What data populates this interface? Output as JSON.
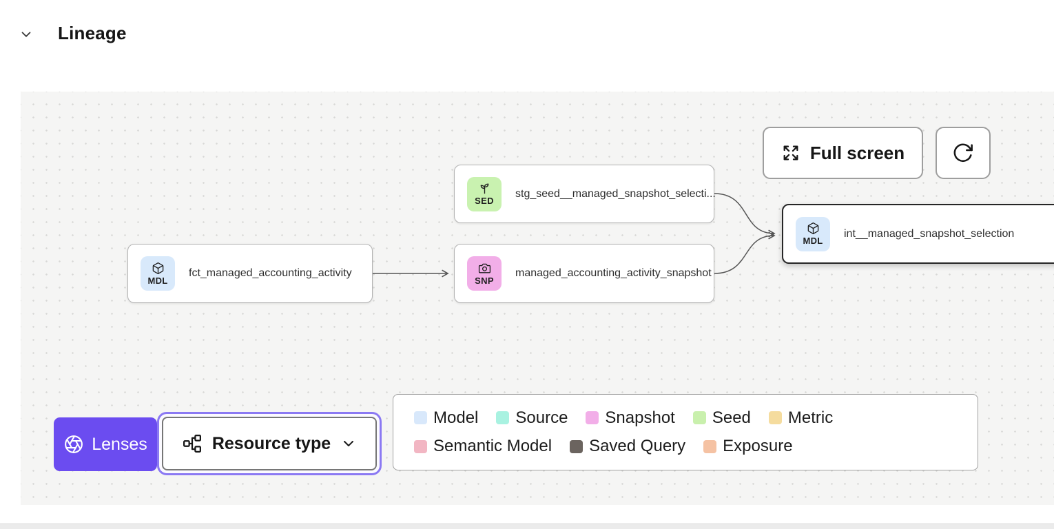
{
  "header": {
    "title": "Lineage"
  },
  "toolbar": {
    "fullscreen_label": "Full screen"
  },
  "nodes": [
    {
      "id": "stg_seed__managed_snapshot_selection",
      "label": "stg_seed__managed_snapshot_selecti...",
      "badge": "SED",
      "type": "seed"
    },
    {
      "id": "fct_managed_accounting_activity",
      "label": "fct_managed_accounting_activity",
      "badge": "MDL",
      "type": "model"
    },
    {
      "id": "managed_accounting_activity_snapshot",
      "label": "managed_accounting_activity_snapshot",
      "badge": "SNP",
      "type": "snapshot"
    },
    {
      "id": "int__managed_snapshot_selection",
      "label": "int__managed_snapshot_selection",
      "badge": "MDL",
      "type": "model",
      "selected": true
    }
  ],
  "edges": [
    {
      "from": "fct_managed_accounting_activity",
      "to": "managed_accounting_activity_snapshot"
    },
    {
      "from": "stg_seed__managed_snapshot_selection",
      "to": "int__managed_snapshot_selection"
    },
    {
      "from": "managed_accounting_activity_snapshot",
      "to": "int__managed_snapshot_selection"
    }
  ],
  "lenses": {
    "label": "Lenses"
  },
  "resource_type": {
    "label": "Resource type"
  },
  "legend": {
    "items": [
      {
        "label": "Model",
        "color": "#d8e8fb"
      },
      {
        "label": "Source",
        "color": "#a9f2e1"
      },
      {
        "label": "Snapshot",
        "color": "#f2aee8"
      },
      {
        "label": "Seed",
        "color": "#c9f0ad"
      },
      {
        "label": "Metric",
        "color": "#f5dc9e"
      },
      {
        "label": "Semantic Model",
        "color": "#f2b6c3"
      },
      {
        "label": "Saved Query",
        "color": "#6b645f"
      },
      {
        "label": "Exposure",
        "color": "#f5c2a3"
      }
    ]
  },
  "colors": {
    "accent_purple": "#6b4cf0",
    "focus_ring": "#8b79f3",
    "badge_model": "#d8e9fb",
    "badge_seed": "#c9f2b0",
    "badge_snapshot": "#f2aee8",
    "edge_stroke": "#555555",
    "canvas_bg": "#f5f5f4"
  }
}
